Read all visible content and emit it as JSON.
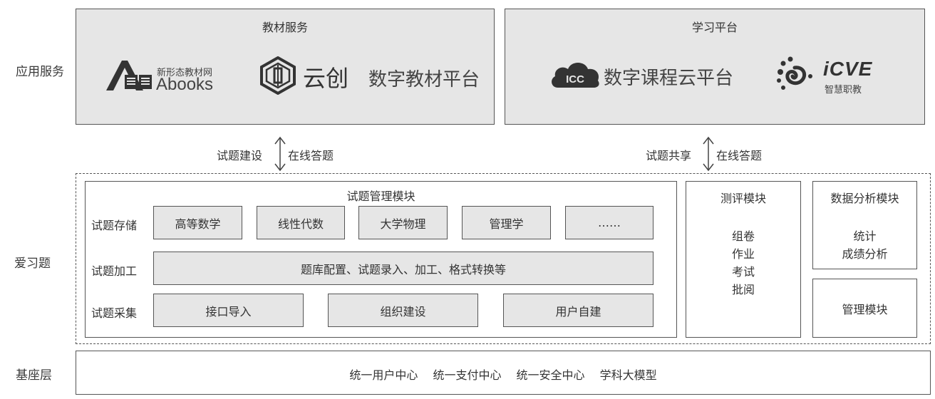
{
  "side_labels": {
    "application": "应用服务",
    "aixiti": "爱习题",
    "base": "基座层"
  },
  "top_panels": {
    "left": {
      "title": "教材服务",
      "abooks": {
        "small_text": "新形态教材网",
        "big_text": "Abooks"
      },
      "yunchuang": {
        "brand": "云创",
        "text": "数字教材平台"
      }
    },
    "right": {
      "title": "学习平台",
      "icc": {
        "badge": "ICC",
        "text": "数字课程云平台"
      },
      "icve": {
        "brand": "iCVE",
        "text": "智慧职教"
      }
    }
  },
  "connectors": {
    "left": {
      "left_label": "试题建设",
      "right_label": "在线答题"
    },
    "right": {
      "left_label": "试题共享",
      "right_label": "在线答题"
    }
  },
  "question_module": {
    "title": "试题管理模块",
    "rows": [
      {
        "label": "试题存储",
        "cells": [
          "高等数学",
          "线性代数",
          "大学物理",
          "管理学",
          "……"
        ]
      },
      {
        "label": "试题加工",
        "cells": [
          "题库配置、试题录入、加工、格式转换等"
        ]
      },
      {
        "label": "试题采集",
        "cells": [
          "接口导入",
          "组织建设",
          "用户自建"
        ]
      }
    ]
  },
  "evaluation_module": {
    "title": "测评模块",
    "items": [
      "组卷",
      "作业",
      "考试",
      "批阅"
    ]
  },
  "analysis_module": {
    "title": "数据分析模块",
    "items": [
      "统计",
      "成绩分析"
    ]
  },
  "management_module": {
    "title": "管理模块"
  },
  "base_layer": {
    "items": [
      "统一用户中心",
      "统一支付中心",
      "统一安全中心",
      "学科大模型"
    ]
  }
}
